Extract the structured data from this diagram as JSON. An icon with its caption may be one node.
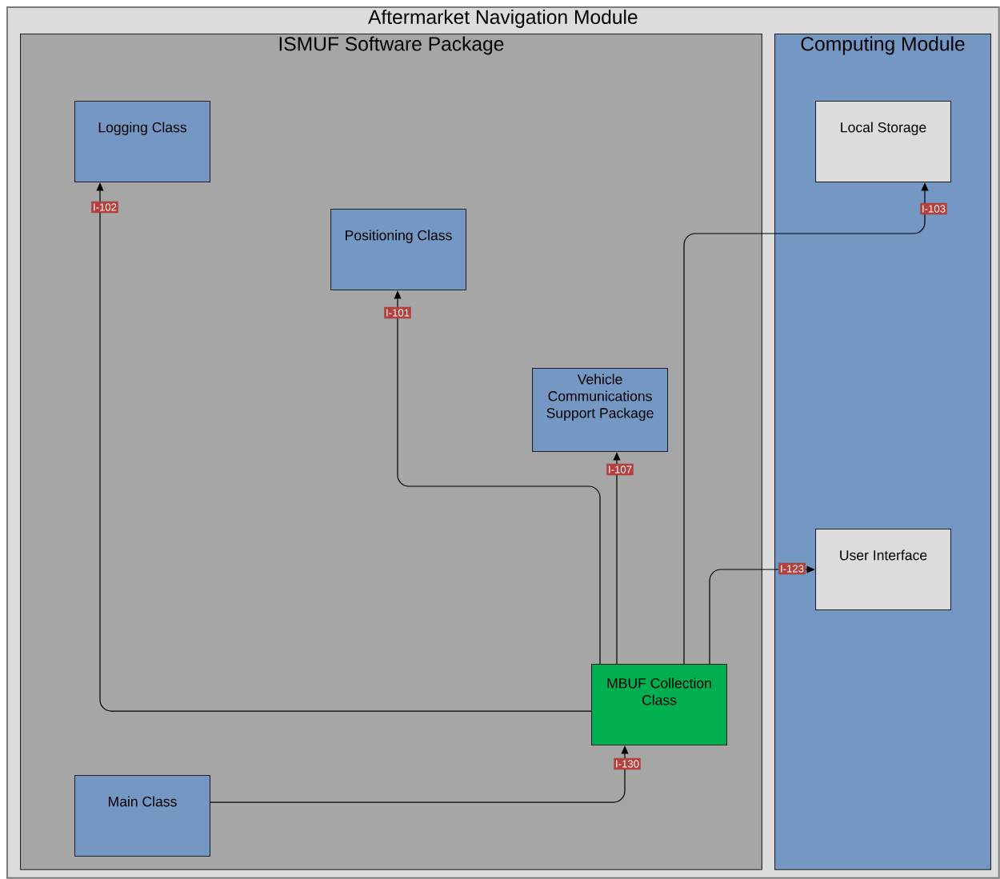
{
  "diagram": {
    "nodes": [
      {
        "text": [
          "Aftermarket Navigation Module"
        ]
      },
      {
        "text": [
          "ISMUF Software Package"
        ],
        "in": 0
      },
      {
        "text": [
          "Computing Module"
        ],
        "in": 0
      },
      {
        "text": [
          "Logging Class"
        ],
        "in": 1
      },
      {
        "text": [
          "Local Storage"
        ],
        "in": 2
      },
      {
        "text": [
          "Positioning Class"
        ],
        "in": 1
      },
      {
        "text": [
          "Vehicle Communications Support Package"
        ],
        "in": 1
      },
      {
        "text": [
          "User Interface"
        ],
        "in": 2
      },
      {
        "text": [
          "MBUF Collection Class"
        ],
        "in": 1
      },
      {
        "text": [
          "Main Class"
        ],
        "in": 1
      }
    ],
    "edges": [
      {
        "from": 8,
        "to": 3,
        "arrow": "to",
        "label": "I-102"
      },
      {
        "from": 8,
        "to": 5,
        "arrow": "to",
        "label": "I-101"
      },
      {
        "from": 8,
        "to": 6,
        "arrow": "to",
        "label": "I-107"
      },
      {
        "from": 8,
        "to": 4,
        "arrow": "to",
        "label": "I-103"
      },
      {
        "from": 8,
        "to": 7,
        "arrow": "to",
        "label": "I-123"
      },
      {
        "from": 9,
        "to": 8,
        "arrow": "to",
        "label": "I-130"
      }
    ]
  }
}
